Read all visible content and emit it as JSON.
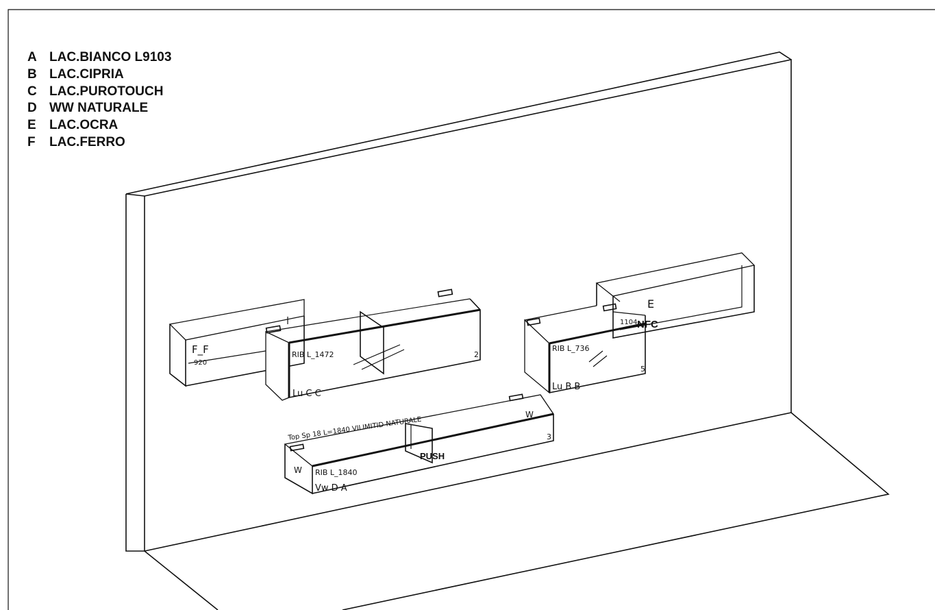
{
  "legend": [
    {
      "letter": "A",
      "name": "LAC.BIANCO L9103"
    },
    {
      "letter": "B",
      "name": "LAC.CIPRIA"
    },
    {
      "letter": "C",
      "name": "LAC.PUROTOUCH"
    },
    {
      "letter": "D",
      "name": "WW NATURALE"
    },
    {
      "letter": "E",
      "name": "LAC.OCRA"
    },
    {
      "letter": "F",
      "name": "LAC.FERRO"
    }
  ],
  "labels": {
    "ff_unit": "F_F",
    "ff_dim": "920",
    "rib_1472": "RIB L_1472",
    "lu_cc": "Lu C C",
    "num_2": "2",
    "e_unit": "E",
    "dim_1104": "1104",
    "nfc": "NFC",
    "rib_736": "RIB L_736",
    "lu_bb": "Lu B B",
    "num_5": "5",
    "top_note": "Top Sp 18 L=1840 VILIMITID NATURALE",
    "rib_1840": "RIB L_1840",
    "vw_da": "Vw D A",
    "num_3": "3",
    "w_left": "W",
    "w_right": "W",
    "push": "PUSH"
  }
}
